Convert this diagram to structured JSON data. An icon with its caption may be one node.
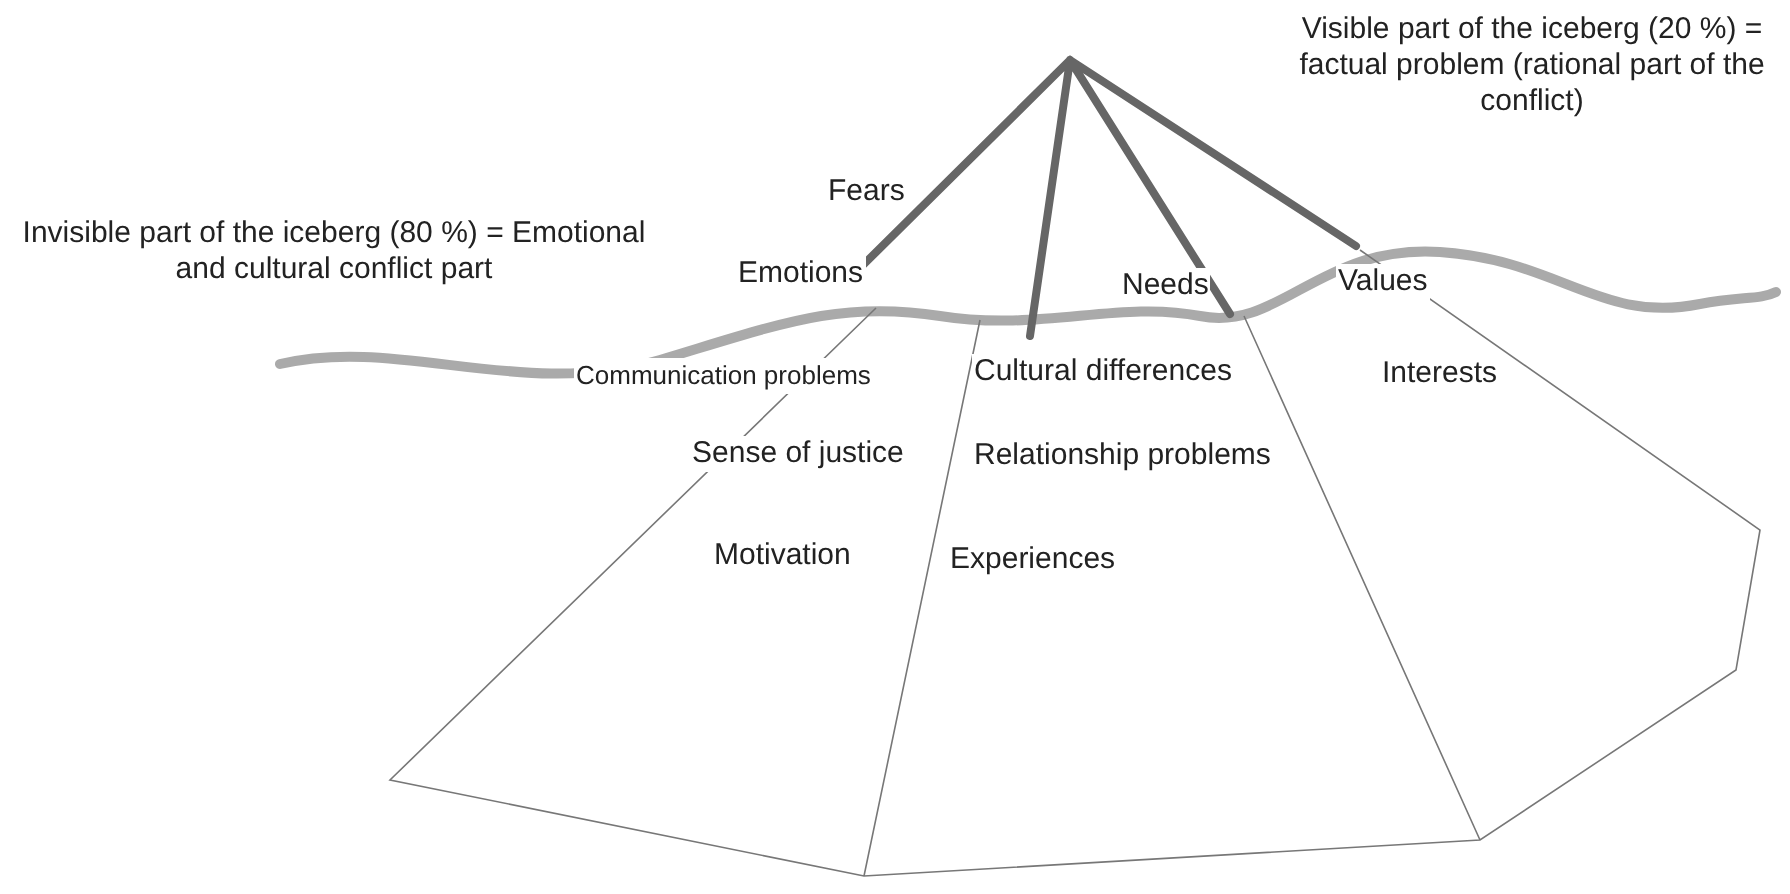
{
  "diagram": {
    "labels": [
      "Visible part of the iceberg (20 %) = factual problem (rational part of the conflict)",
      "Invisible part of the iceberg (80 %) = Emotional and cultural conflict part",
      "Fears",
      "Emotions",
      "Needs",
      "Values",
      "Communication problems",
      "Cultural differences",
      "Interests",
      "Sense of justice",
      "Relationship problems",
      "Motivation",
      "Experiences"
    ]
  }
}
